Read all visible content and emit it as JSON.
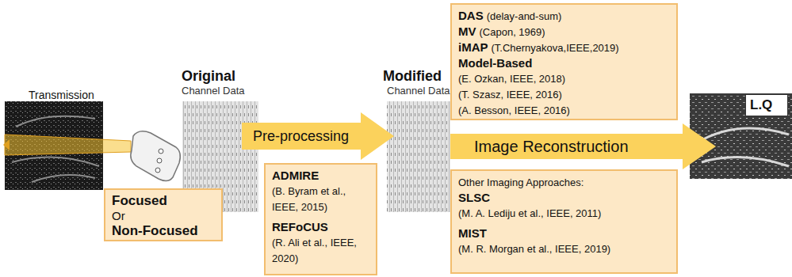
{
  "diagram": {
    "nodes": [
      {
        "text": [
          "Focused",
          "Or",
          "Non-Focused"
        ]
      },
      {
        "text": [
          "Pre-processing"
        ]
      },
      {
        "text": [
          "ADMIRE",
          "(B. Byram et al., IEEE, 2015)",
          "REFoCUS",
          "(R. Ali et al., IEEE, 2020)"
        ]
      },
      {
        "text": [
          "DAS",
          "(delay-and-sum)",
          "MV",
          "(Capon, 1969)",
          "iMAP",
          "(T.Chernyakova,IEEE,2019)",
          "Model-Based",
          "(E. Ozkan, IEEE, 2018)",
          "(T. Szasz, IEEE, 2016)",
          "(A. Besson, IEEE, 2016)"
        ]
      },
      {
        "text": [
          "Image Reconstruction"
        ]
      },
      {
        "text": [
          "Other Imaging Approaches:",
          "SLSC",
          "(M. A. Lediju et al., IEEE, 2011)",
          "MIST",
          "(M. R. Morgan et al., IEEE, 2019)"
        ]
      },
      {
        "text": [
          "L.Q"
        ]
      }
    ],
    "labels": [
      "Transmission",
      "Original",
      "Channel Data",
      "Modified",
      "Channel Data"
    ]
  }
}
